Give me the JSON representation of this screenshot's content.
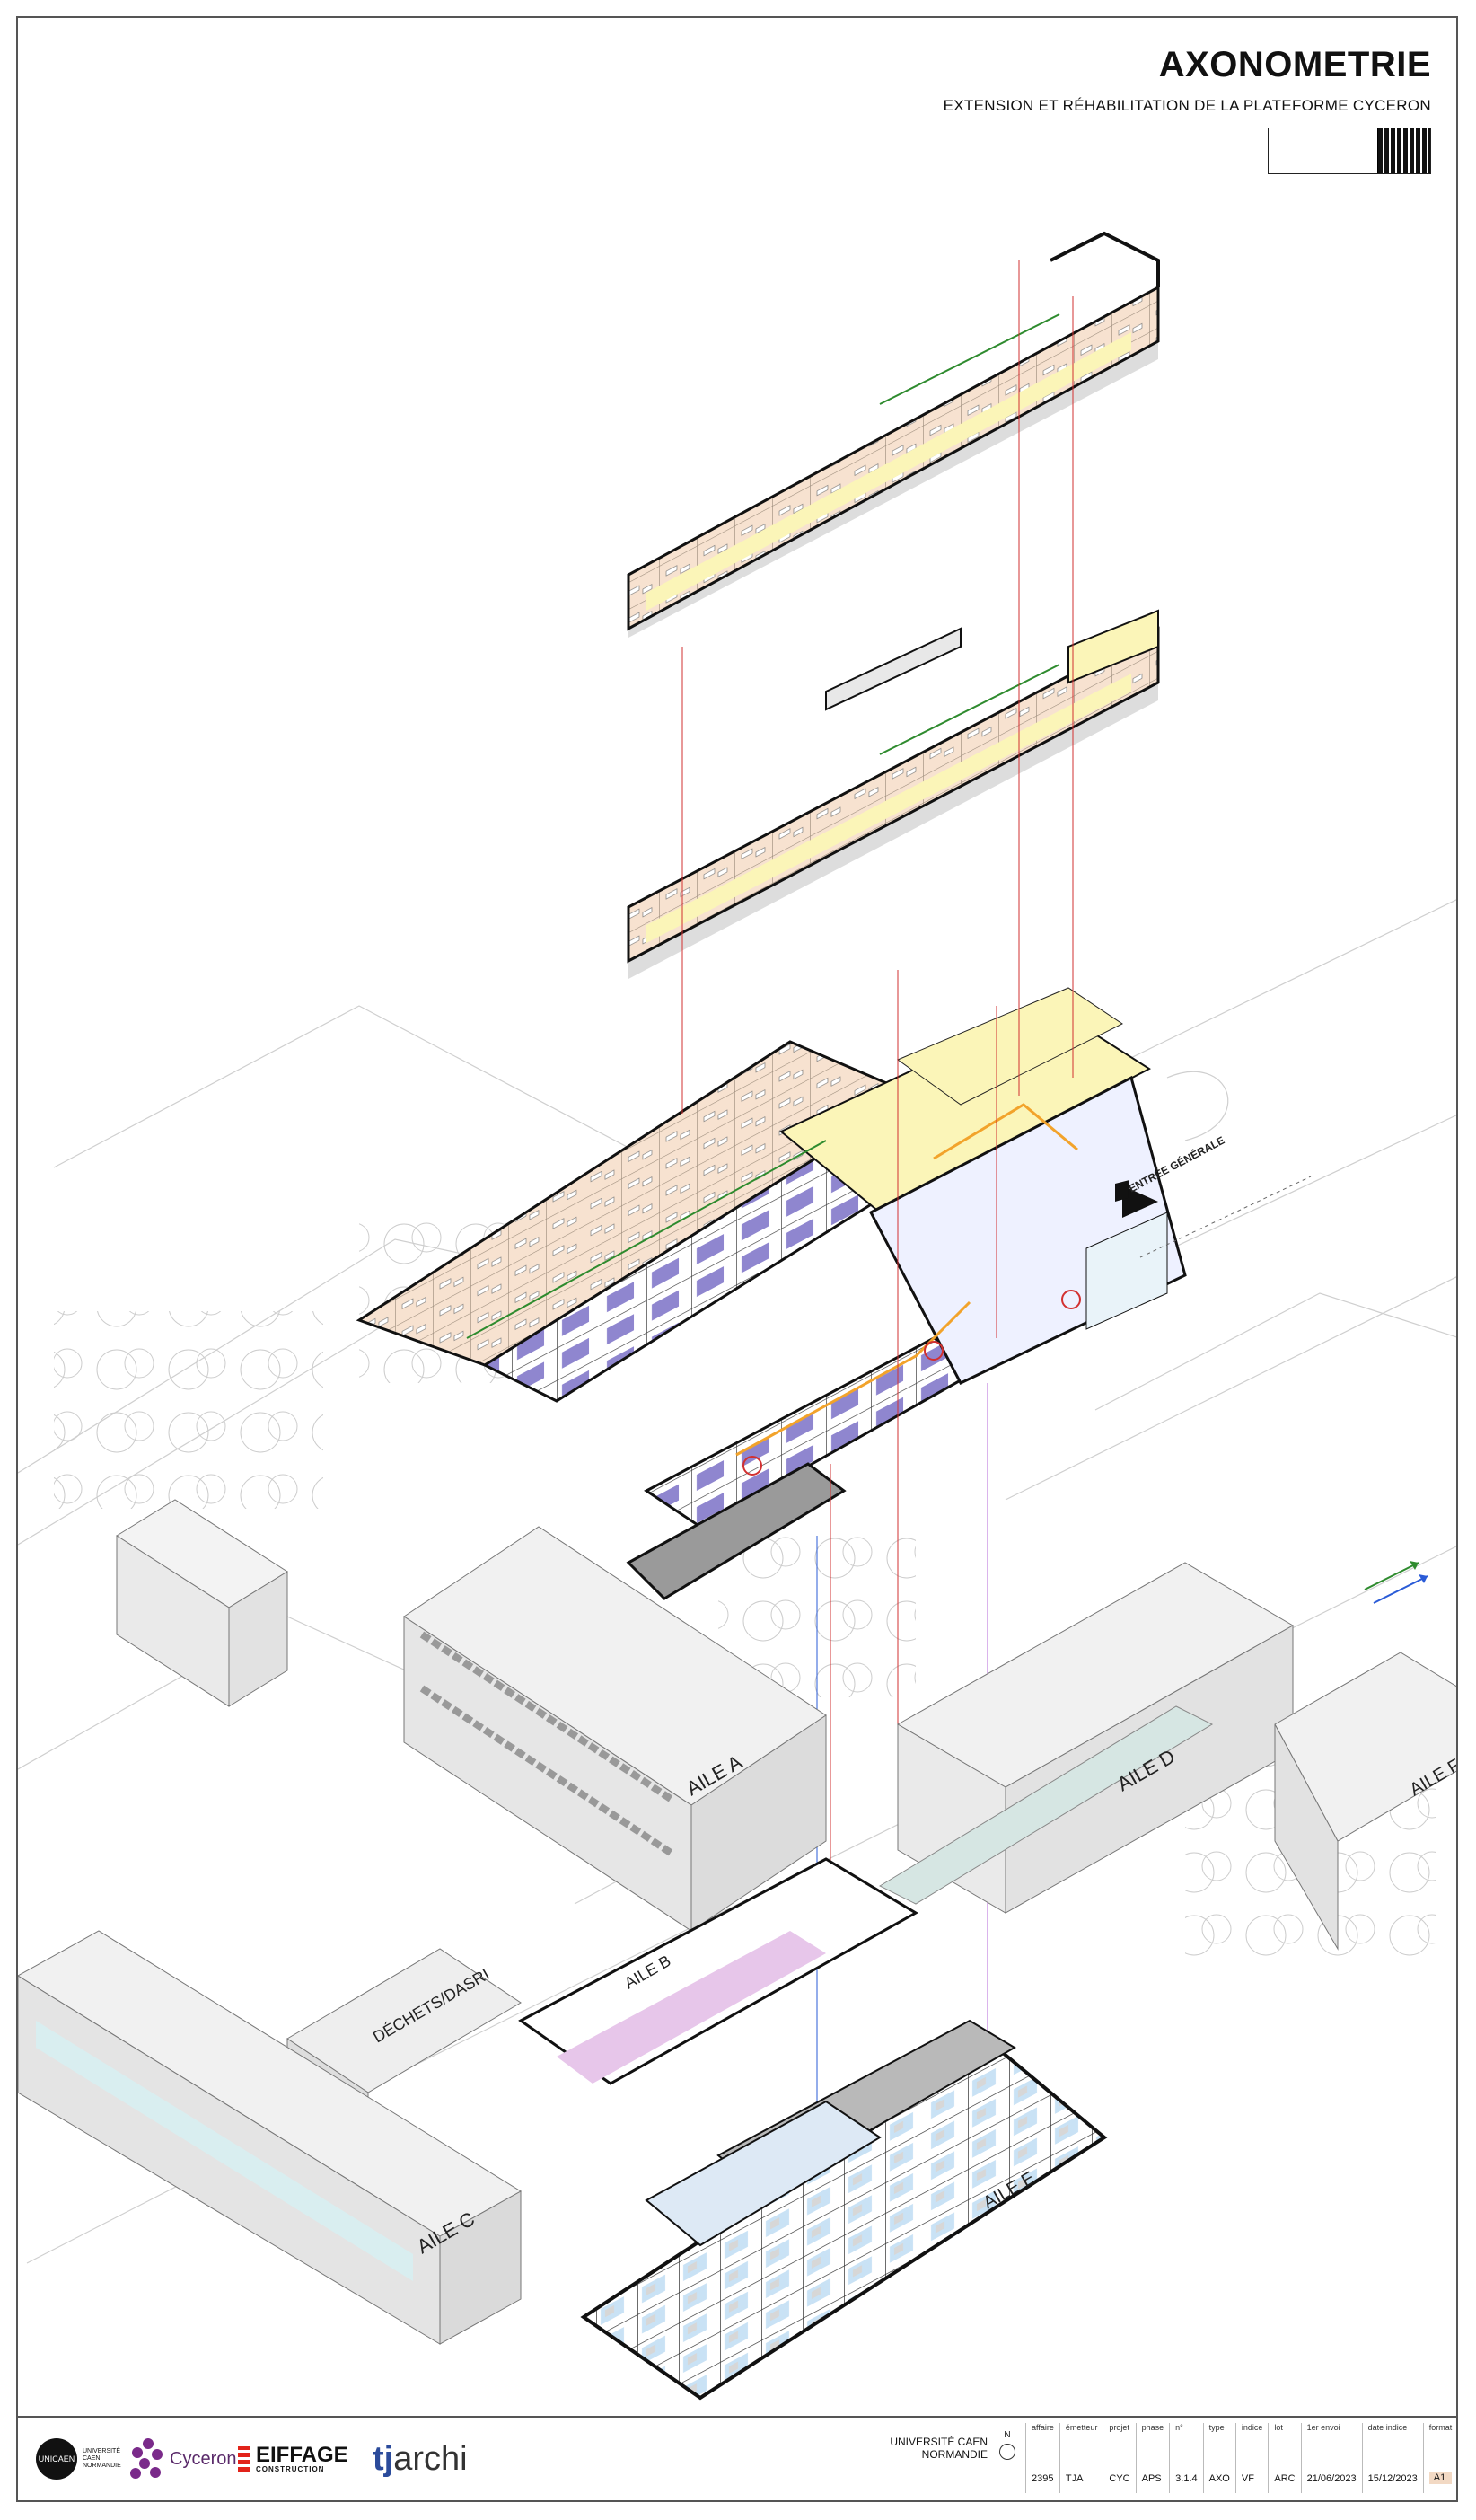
{
  "header": {
    "title": "AXONOMETRIE",
    "subtitle": "EXTENSION ET RÉHABILITATION  DE LA PLATEFORME CYCERON"
  },
  "labels": {
    "entry": "ENTRÉE GÉNÉRALE",
    "wing_a": "AILE A",
    "wing_b": "AILE B",
    "wing_c": "AILE C",
    "wing_d": "AILE D",
    "wing_e": "AILE E",
    "wing_f": "AILE F",
    "waste": "DÉCHETS/DASRI"
  },
  "colors": {
    "office": "#f7e2d0",
    "circulation": "#fbf5b8",
    "lab": "#8f86cf",
    "lab_light": "#c9e2f5",
    "lab_pink": "#e7c6ea",
    "green_arrow": "#2e8b2e",
    "blue_arrow": "#2a5bd7",
    "red_line": "#d23030",
    "orange_line": "#f2a32b",
    "wall": "#111111",
    "building": "#eeeeee"
  },
  "title_block": {
    "logos": {
      "unicaen": "UNICAEN",
      "unicaen_text": "UNIVERSITÉ CAEN NORMANDIE",
      "cyceron": "Cyceron",
      "eiffage": "EIFFAGE",
      "eiffage_sub": "CONSTRUCTION",
      "tj": "tj",
      "archi": "archi"
    },
    "client": "UNIVERSITÉ CAEN NORMANDIE",
    "north": "N",
    "fields": [
      {
        "key": "affaire",
        "value": "2395"
      },
      {
        "key": "émetteur",
        "value": "TJA"
      },
      {
        "key": "projet",
        "value": "CYC"
      },
      {
        "key": "phase",
        "value": "APS"
      },
      {
        "key": "n°",
        "value": "3.1.4"
      },
      {
        "key": "type",
        "value": "AXO"
      },
      {
        "key": "indice",
        "value": "VF"
      },
      {
        "key": "lot",
        "value": "ARC"
      },
      {
        "key": "1er envoi",
        "value": "21/06/2023"
      },
      {
        "key": "date indice",
        "value": "15/12/2023"
      },
      {
        "key": "format",
        "value": "A1"
      }
    ]
  }
}
